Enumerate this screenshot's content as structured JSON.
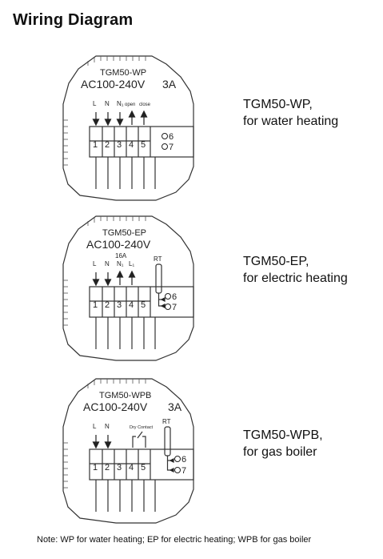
{
  "title": "Wiring Diagram",
  "diagrams": [
    {
      "model": "TGM50-WP",
      "voltage": "AC100-240V",
      "current": "3A",
      "rating": "",
      "terminals": [
        "L",
        "N",
        "N₁",
        "open",
        "close"
      ],
      "dry_contact": "",
      "sensor": "",
      "numbers": [
        "1",
        "2",
        "3",
        "4",
        "5"
      ],
      "outputs": [
        "6",
        "7"
      ],
      "label_line1": "TGM50-WP,",
      "label_line2": "for water heating"
    },
    {
      "model": "TGM50-EP",
      "voltage": "AC100-240V",
      "current": "",
      "rating": "16A",
      "terminals": [
        "L",
        "N",
        "N₁",
        "L₁"
      ],
      "dry_contact": "",
      "sensor": "RT",
      "numbers": [
        "1",
        "2",
        "3",
        "4",
        "5"
      ],
      "outputs": [
        "6",
        "7"
      ],
      "label_line1": "TGM50-EP,",
      "label_line2": "for electric heating"
    },
    {
      "model": "TGM50-WPB",
      "voltage": "AC100-240V",
      "current": "3A",
      "rating": "",
      "terminals": [
        "L",
        "N"
      ],
      "dry_contact": "Dry Contact",
      "sensor": "RT",
      "numbers": [
        "1",
        "2",
        "3",
        "4",
        "5"
      ],
      "outputs": [
        "6",
        "7"
      ],
      "label_line1": "TGM50-WPB,",
      "label_line2": "for gas boiler"
    }
  ],
  "note": "Note: WP for water heating; EP for electric heating; WPB for gas boiler"
}
